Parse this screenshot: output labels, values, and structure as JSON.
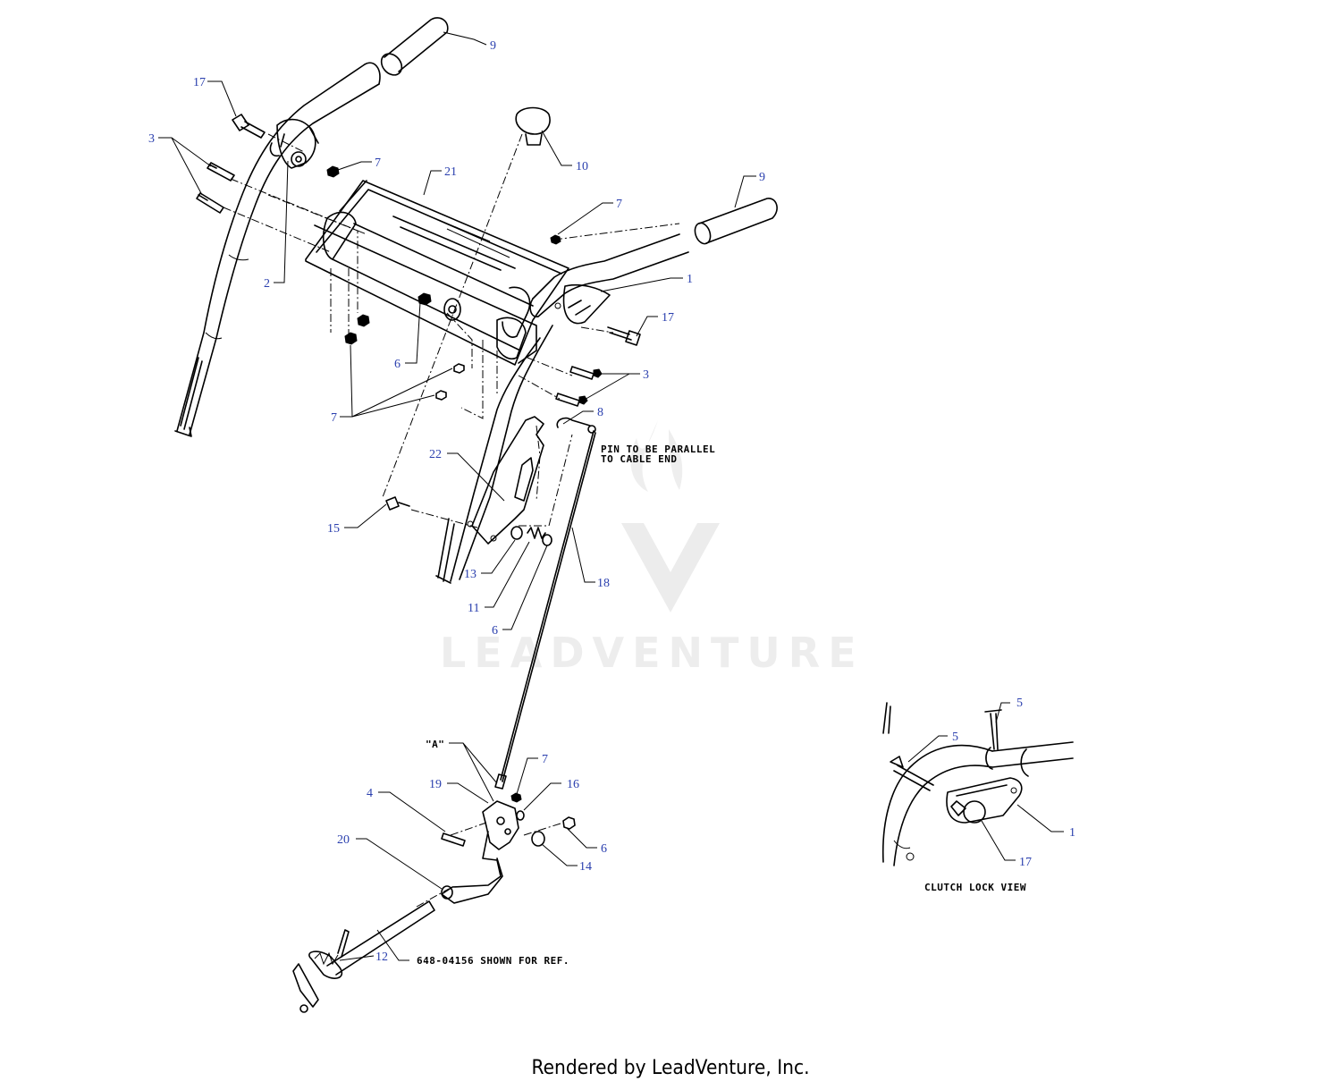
{
  "watermark": {
    "text": "LEADVENTURE"
  },
  "callouts": {
    "c9a": "9",
    "c17a": "17",
    "c3a": "3",
    "c7a": "7",
    "c21": "21",
    "c10": "10",
    "c2": "2",
    "c7b": "7",
    "c9b": "9",
    "c1": "1",
    "c17b": "17",
    "c6a": "6",
    "c3b": "3",
    "c7c": "7",
    "c8": "8",
    "c22": "22",
    "c15": "15",
    "c13": "13",
    "c18": "18",
    "c11": "11",
    "c6b": "6",
    "c7d": "7",
    "c19": "19",
    "c16": "16",
    "c4": "4",
    "c20": "20",
    "c6c": "6",
    "c14": "14",
    "c12": "12",
    "c5a": "5",
    "c5b": "5",
    "c1b": "1",
    "c17c": "17"
  },
  "notes": {
    "pin_line1": "PIN TO BE PARALLEL",
    "pin_line2": "TO CABLE END",
    "detail_a": "\"A\"",
    "shown_for_ref": "648-04156 SHOWN FOR REF.",
    "clutch_lock_view": "CLUTCH LOCK VIEW"
  },
  "footer": {
    "text": "Rendered by LeadVenture, Inc."
  }
}
